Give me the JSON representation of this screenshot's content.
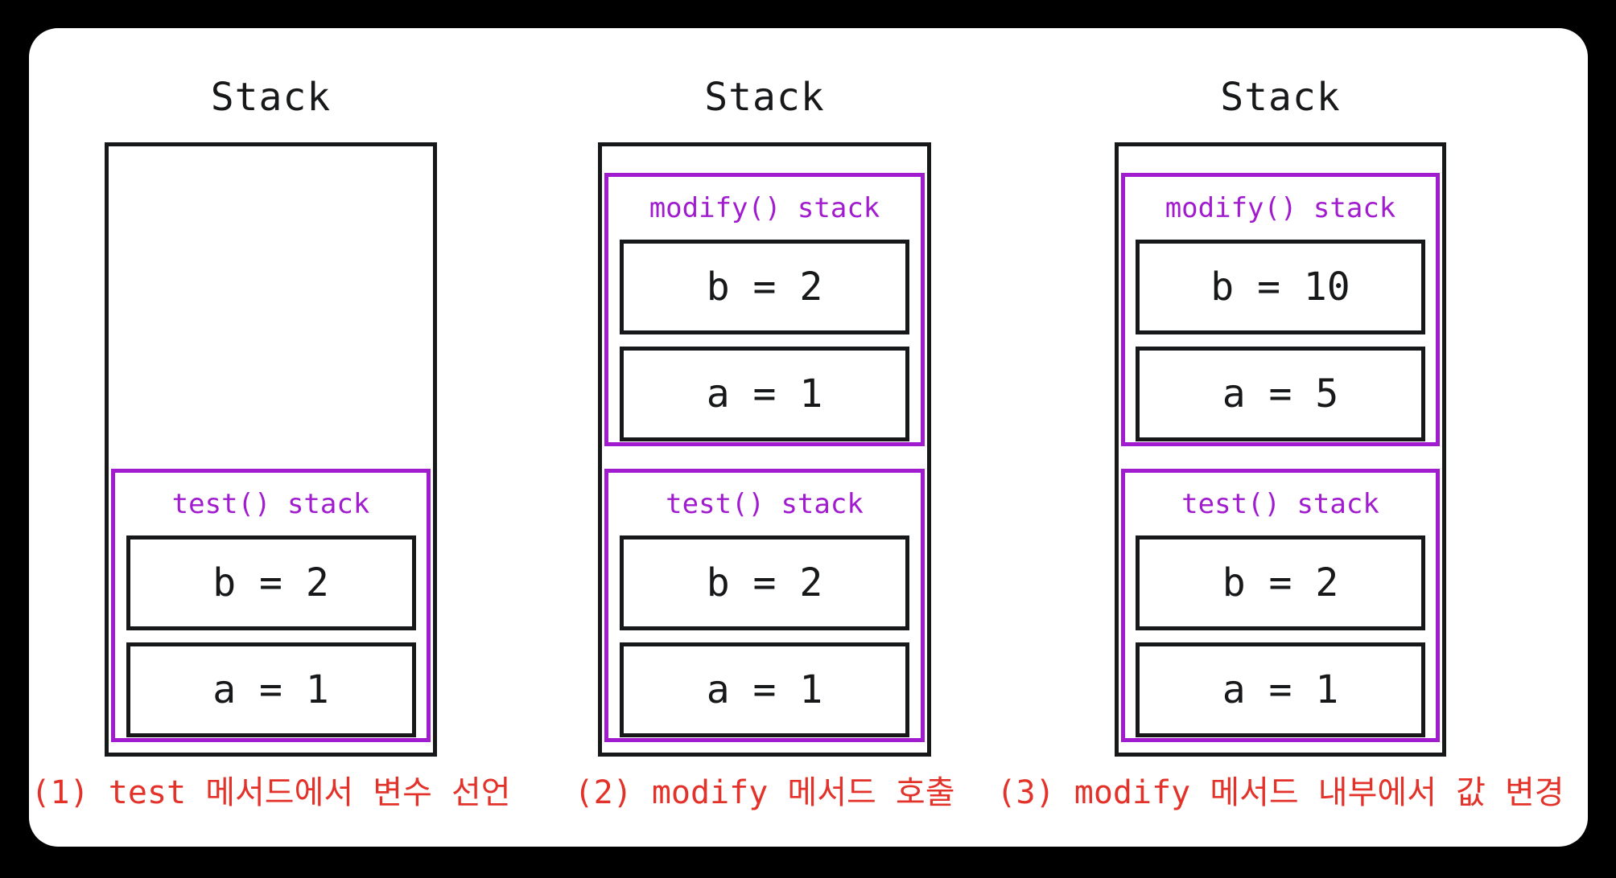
{
  "colors": {
    "background": "#000000",
    "card": "#ffffff",
    "line": "#17181a",
    "frame_purple": "#a21ccf",
    "caption_red": "#e33229"
  },
  "columns": [
    {
      "title": "Stack",
      "caption": "(1) test 메서드에서 변수 선언",
      "frames": [
        {
          "label": "test() stack",
          "slots": [
            "b = 2",
            "a = 1"
          ]
        }
      ]
    },
    {
      "title": "Stack",
      "caption": "(2) modify 메서드 호출",
      "frames": [
        {
          "label": "modify() stack",
          "slots": [
            "b = 2",
            "a = 1"
          ]
        },
        {
          "label": "test() stack",
          "slots": [
            "b = 2",
            "a = 1"
          ]
        }
      ]
    },
    {
      "title": "Stack",
      "caption": "(3) modify 메서드 내부에서 값 변경",
      "frames": [
        {
          "label": "modify() stack",
          "slots": [
            "b = 10",
            "a = 5"
          ]
        },
        {
          "label": "test() stack",
          "slots": [
            "b = 2",
            "a = 1"
          ]
        }
      ]
    }
  ]
}
